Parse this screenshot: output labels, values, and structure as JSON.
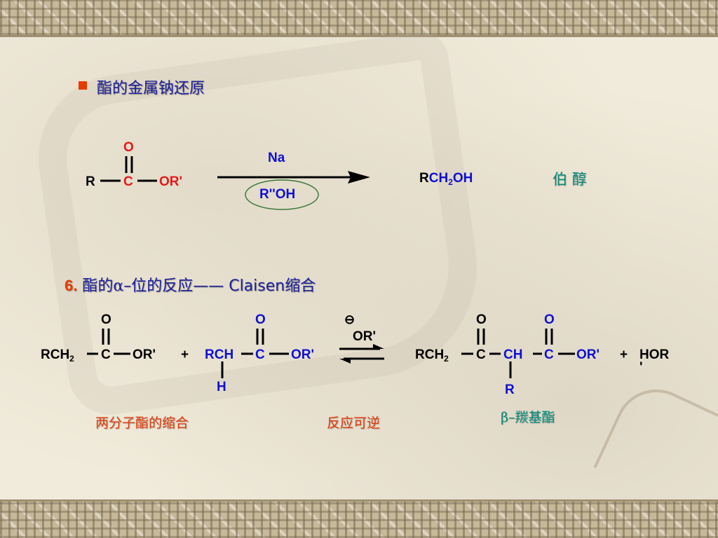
{
  "bullet_title": "酯的金属钠还原",
  "reaction1": {
    "r": "R",
    "c": "C",
    "o": "O",
    "or": "OR'",
    "reagent_above": "Na",
    "reagent_below": "R''OH",
    "product_prefix": "R",
    "product_ch": "CH",
    "product_sub": "2",
    "product_oh": "OH",
    "product_note": "伯 醇"
  },
  "section": {
    "number": "6.",
    "title_a": "酯的",
    "alpha": "α",
    "title_b": "–位的反应—— Claisen缩合"
  },
  "reaction2": {
    "ester1_rch": "RCH",
    "ester1_sub": "2",
    "ester1_c": "C",
    "ester1_o": "O",
    "ester1_or": "OR'",
    "plus1": "+",
    "ester2_rch": "RCH",
    "ester2_h": "H",
    "ester2_c": "C",
    "ester2_o": "O",
    "ester2_or": "OR'",
    "base_charge": "⊖",
    "base": "OR'",
    "product_rch": "RCH",
    "product_sub": "2",
    "product_c1": "C",
    "product_o1": "O",
    "product_ch": "CH",
    "product_r": "R",
    "product_c2": "C",
    "product_o2": "O",
    "product_or": "OR'",
    "plus2": "+",
    "byproduct": "HOR",
    "byproduct_prime": "'",
    "note_left": "两分子酯的缩合",
    "note_mid": "反应可逆",
    "note_right_beta": "β",
    "note_right": "–羰基酯"
  },
  "colors": {
    "title_blue": "#1c1f9e",
    "bullet_orange": "#e63b00",
    "structure_red": "#e41a1c",
    "structure_blue": "#1010d0",
    "note_teal": "#00897a",
    "note_orange": "#e23a0a"
  }
}
